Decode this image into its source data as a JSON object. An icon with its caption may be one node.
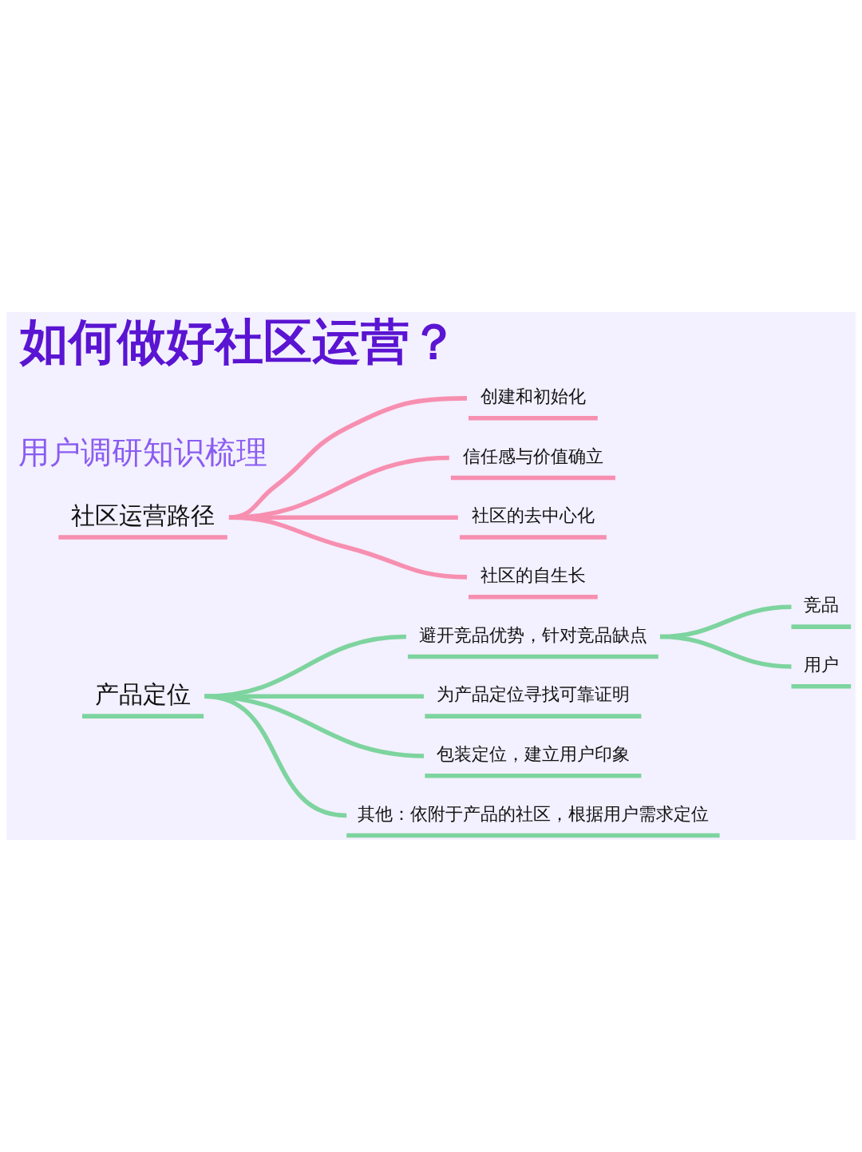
{
  "diagram": {
    "title": "如何做好社区运营？",
    "nodes": [
      {
        "text": [
          "社区运营路径"
        ]
      },
      {
        "text": [
          "创建和初始化"
        ]
      },
      {
        "text": [
          "信任感与价值确立"
        ]
      },
      {
        "text": [
          "社区的去中心化"
        ]
      },
      {
        "text": [
          "社区的自生长"
        ]
      },
      {
        "text": [
          "产品定位"
        ]
      },
      {
        "text": [
          "避开竞品优势，针对竞品缺点"
        ]
      },
      {
        "text": [
          "竞品"
        ]
      },
      {
        "text": [
          "用户"
        ]
      },
      {
        "text": [
          "为产品定位寻找可靠证明"
        ]
      },
      {
        "text": [
          "包装定位，建立用户印象"
        ]
      },
      {
        "text": [
          "其他：依附于产品的社区，根据用户需求定位"
        ]
      }
    ],
    "edges": [
      {
        "from": 0,
        "to": 1,
        "arrow": "none",
        "color": "#f78fb0"
      },
      {
        "from": 0,
        "to": 2,
        "arrow": "none",
        "color": "#f78fb0"
      },
      {
        "from": 0,
        "to": 3,
        "arrow": "none",
        "color": "#f78fb0"
      },
      {
        "from": 0,
        "to": 4,
        "arrow": "none",
        "color": "#f78fb0"
      },
      {
        "from": 5,
        "to": 6,
        "arrow": "none"
      },
      {
        "from": 6,
        "to": 7,
        "arrow": "none"
      },
      {
        "from": 6,
        "to": 8,
        "arrow": "none"
      },
      {
        "from": 5,
        "to": 9,
        "arrow": "none"
      },
      {
        "from": 5,
        "to": 10,
        "arrow": "none"
      },
      {
        "from": 5,
        "to": 11,
        "arrow": "none"
      }
    ],
    "labels": [
      "用户调研知识梳理"
    ]
  }
}
